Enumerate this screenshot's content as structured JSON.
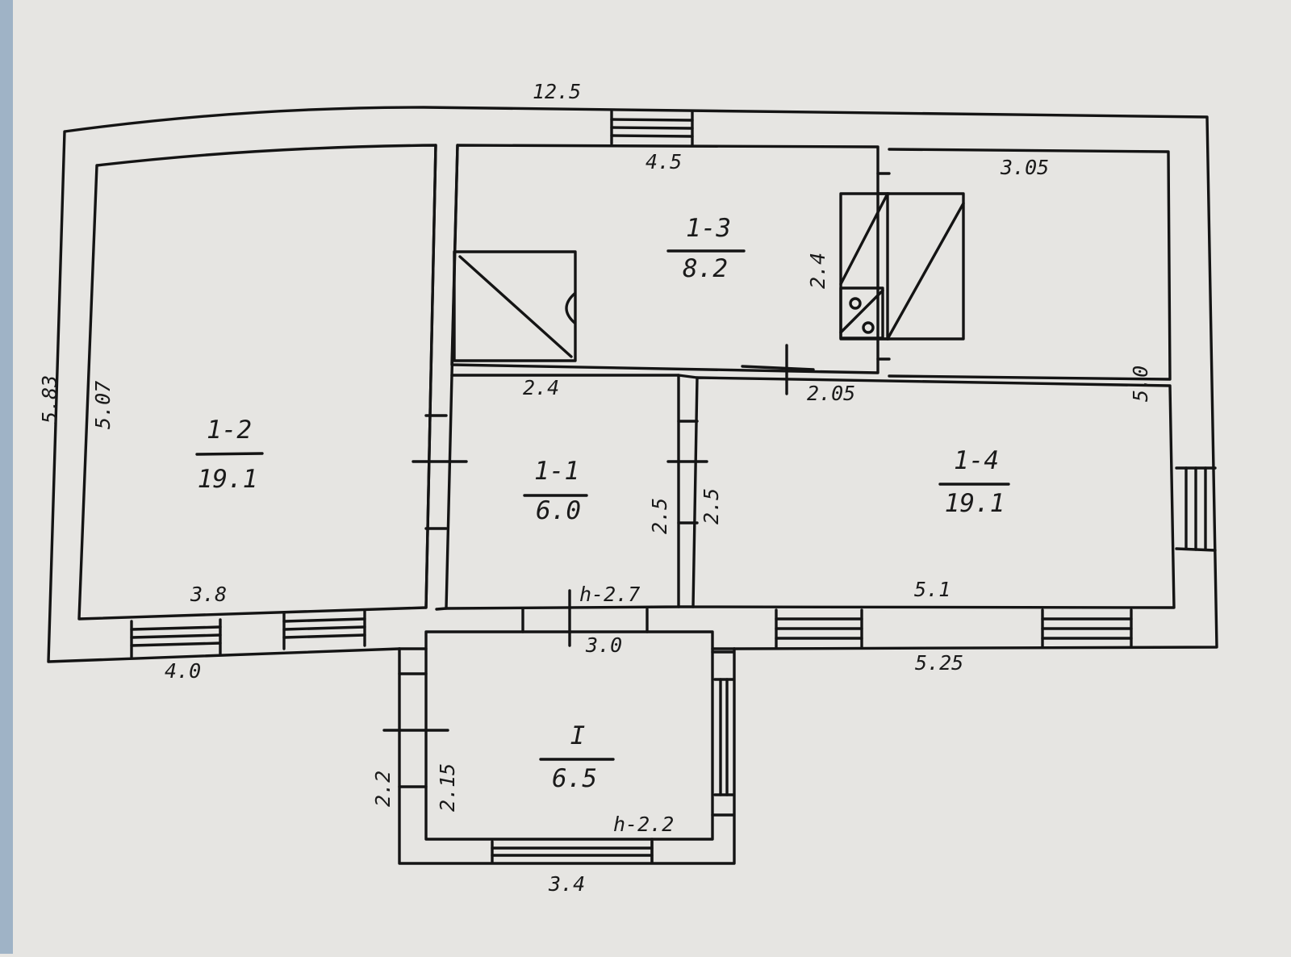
{
  "plan": {
    "rooms": [
      {
        "id": "1-2",
        "area": "19.1"
      },
      {
        "id": "1-3",
        "area": "8.2"
      },
      {
        "id": "1-1",
        "area": "6.0"
      },
      {
        "id": "1-4",
        "area": "19.1"
      },
      {
        "id": "I",
        "area": "6.5"
      }
    ],
    "dimensions": {
      "top_total": "12.5",
      "top_room": "4.5",
      "top_right_room": "3.05",
      "left_outer": "5.83",
      "left_inner": "5.07",
      "stair_width": "2.4",
      "room_1_3_height": "2.4",
      "room_1_3_bottom": "2.05",
      "right_inner": "5.0",
      "room_1_1_left_height": "2.5",
      "room_1_4_left_height": "2.5",
      "bottom_left_inner": "3.8",
      "bottom_left_outer": "4.0",
      "bottom_right_inner": "5.1",
      "bottom_right_outer": "5.25",
      "entry_top": "3.0",
      "entry_bottom": "3.4",
      "entry_left_outer": "2.2",
      "entry_left_inner": "2.15"
    },
    "ceiling_marks": {
      "main": "h-2.7",
      "entry": "h-2.2"
    }
  }
}
